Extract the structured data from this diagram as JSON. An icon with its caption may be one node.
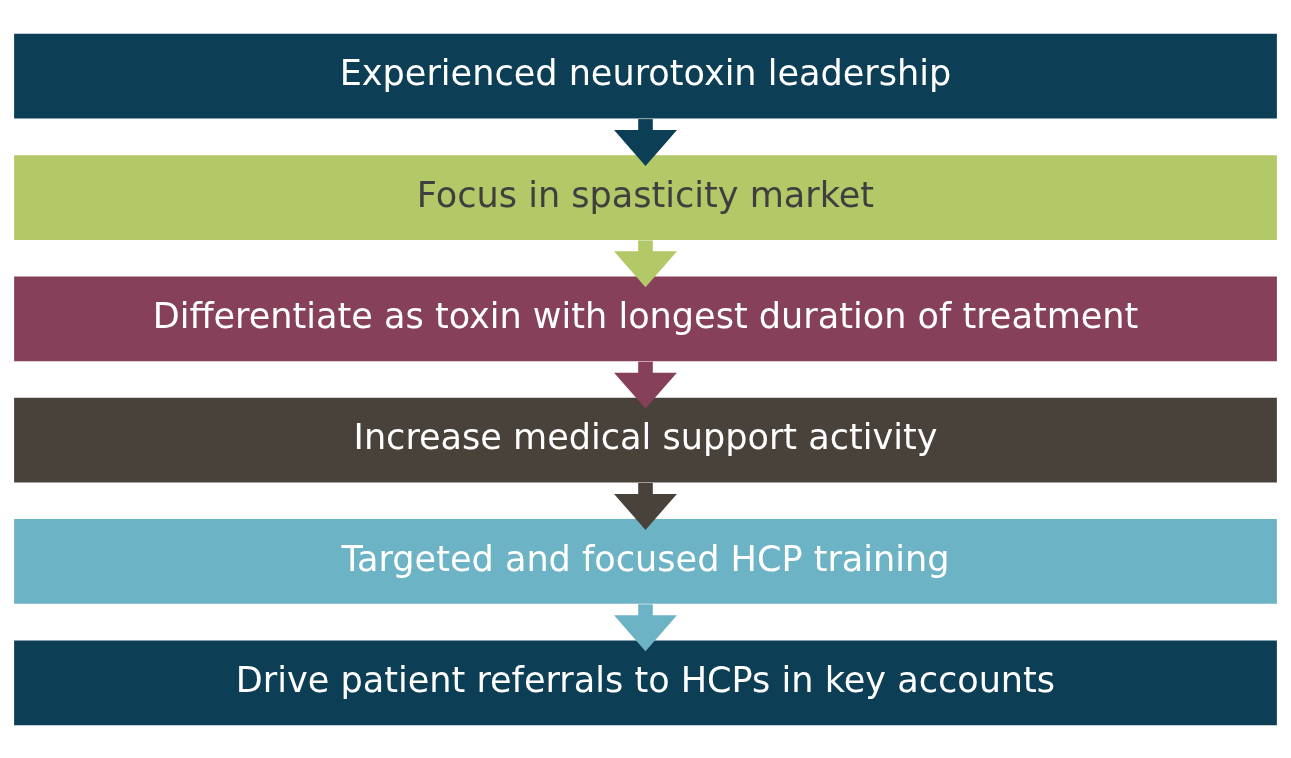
{
  "diagram": {
    "nodes": [
      {
        "text": [
          "Experienced neurotoxin leadership"
        ]
      },
      {
        "text": [
          "Focus in spasticity market"
        ]
      },
      {
        "text": [
          "Differentiate as toxin with longest duration of treatment"
        ]
      },
      {
        "text": [
          "Increase medical support activity"
        ]
      },
      {
        "text": [
          "Targeted and focused HCP training"
        ]
      },
      {
        "text": [
          "Drive patient referrals to HCPs in key accounts"
        ]
      }
    ],
    "edges": [
      {
        "from": 0,
        "to": 1,
        "arrow": "to",
        "color": "#0c3f55"
      },
      {
        "from": 1,
        "to": 2,
        "arrow": "to",
        "color": "#b3c866"
      },
      {
        "from": 2,
        "to": 3,
        "arrow": "to",
        "color": "#87405a"
      },
      {
        "from": 3,
        "to": 4,
        "arrow": "to",
        "color": "#48423a"
      },
      {
        "from": 4,
        "to": 5,
        "arrow": "to",
        "color": "#6db3c6"
      }
    ]
  }
}
